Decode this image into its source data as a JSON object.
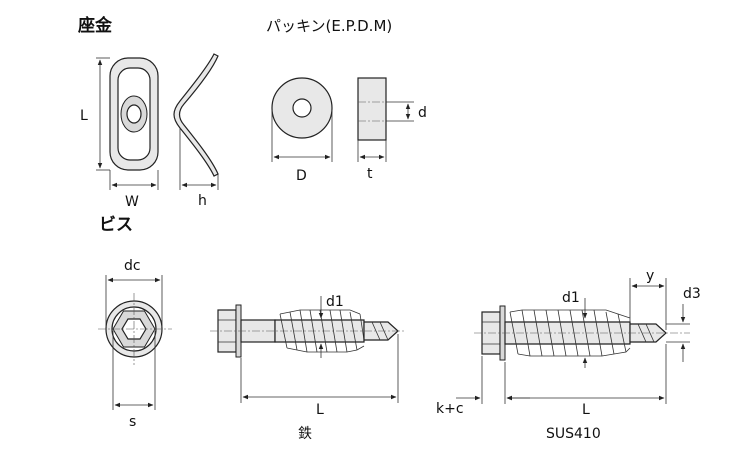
{
  "headings": {
    "washer": "座金",
    "packing": "パッキン(E.P.D.M)",
    "screw": "ビス"
  },
  "dimensions": {
    "washer_length": "L",
    "washer_width": "W",
    "washer_height": "h",
    "packing_outer_diameter": "D",
    "packing_thickness": "t",
    "packing_inner_diameter": "d",
    "head_diameter": "dc",
    "head_across_flats": "s",
    "iron_thread_diameter": "d1",
    "iron_length": "L",
    "sus_thread_diameter": "d1",
    "sus_drill_diameter": "d3",
    "sus_drill_length": "y",
    "sus_head_height": "k+c",
    "sus_length": "L"
  },
  "captions": {
    "iron": "鉄",
    "sus": "SUS410"
  }
}
